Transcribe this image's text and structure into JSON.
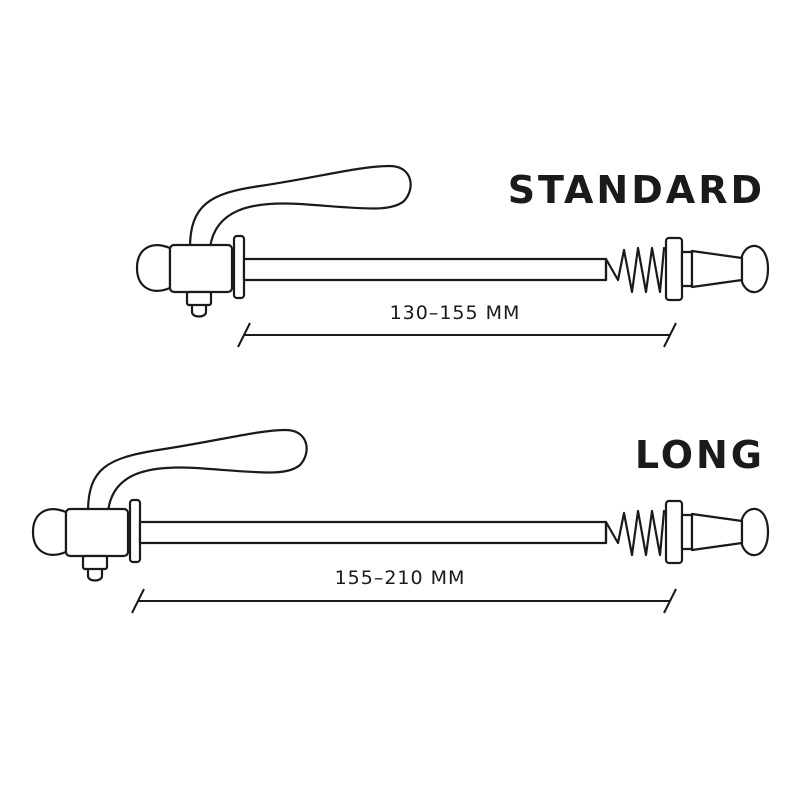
{
  "variants": [
    {
      "title": "STANDARD",
      "measurement": "130–155 MM"
    },
    {
      "title": "LONG",
      "measurement": "155–210 MM"
    }
  ],
  "colors": {
    "line": "#1a1a1a",
    "background": "#ffffff"
  }
}
